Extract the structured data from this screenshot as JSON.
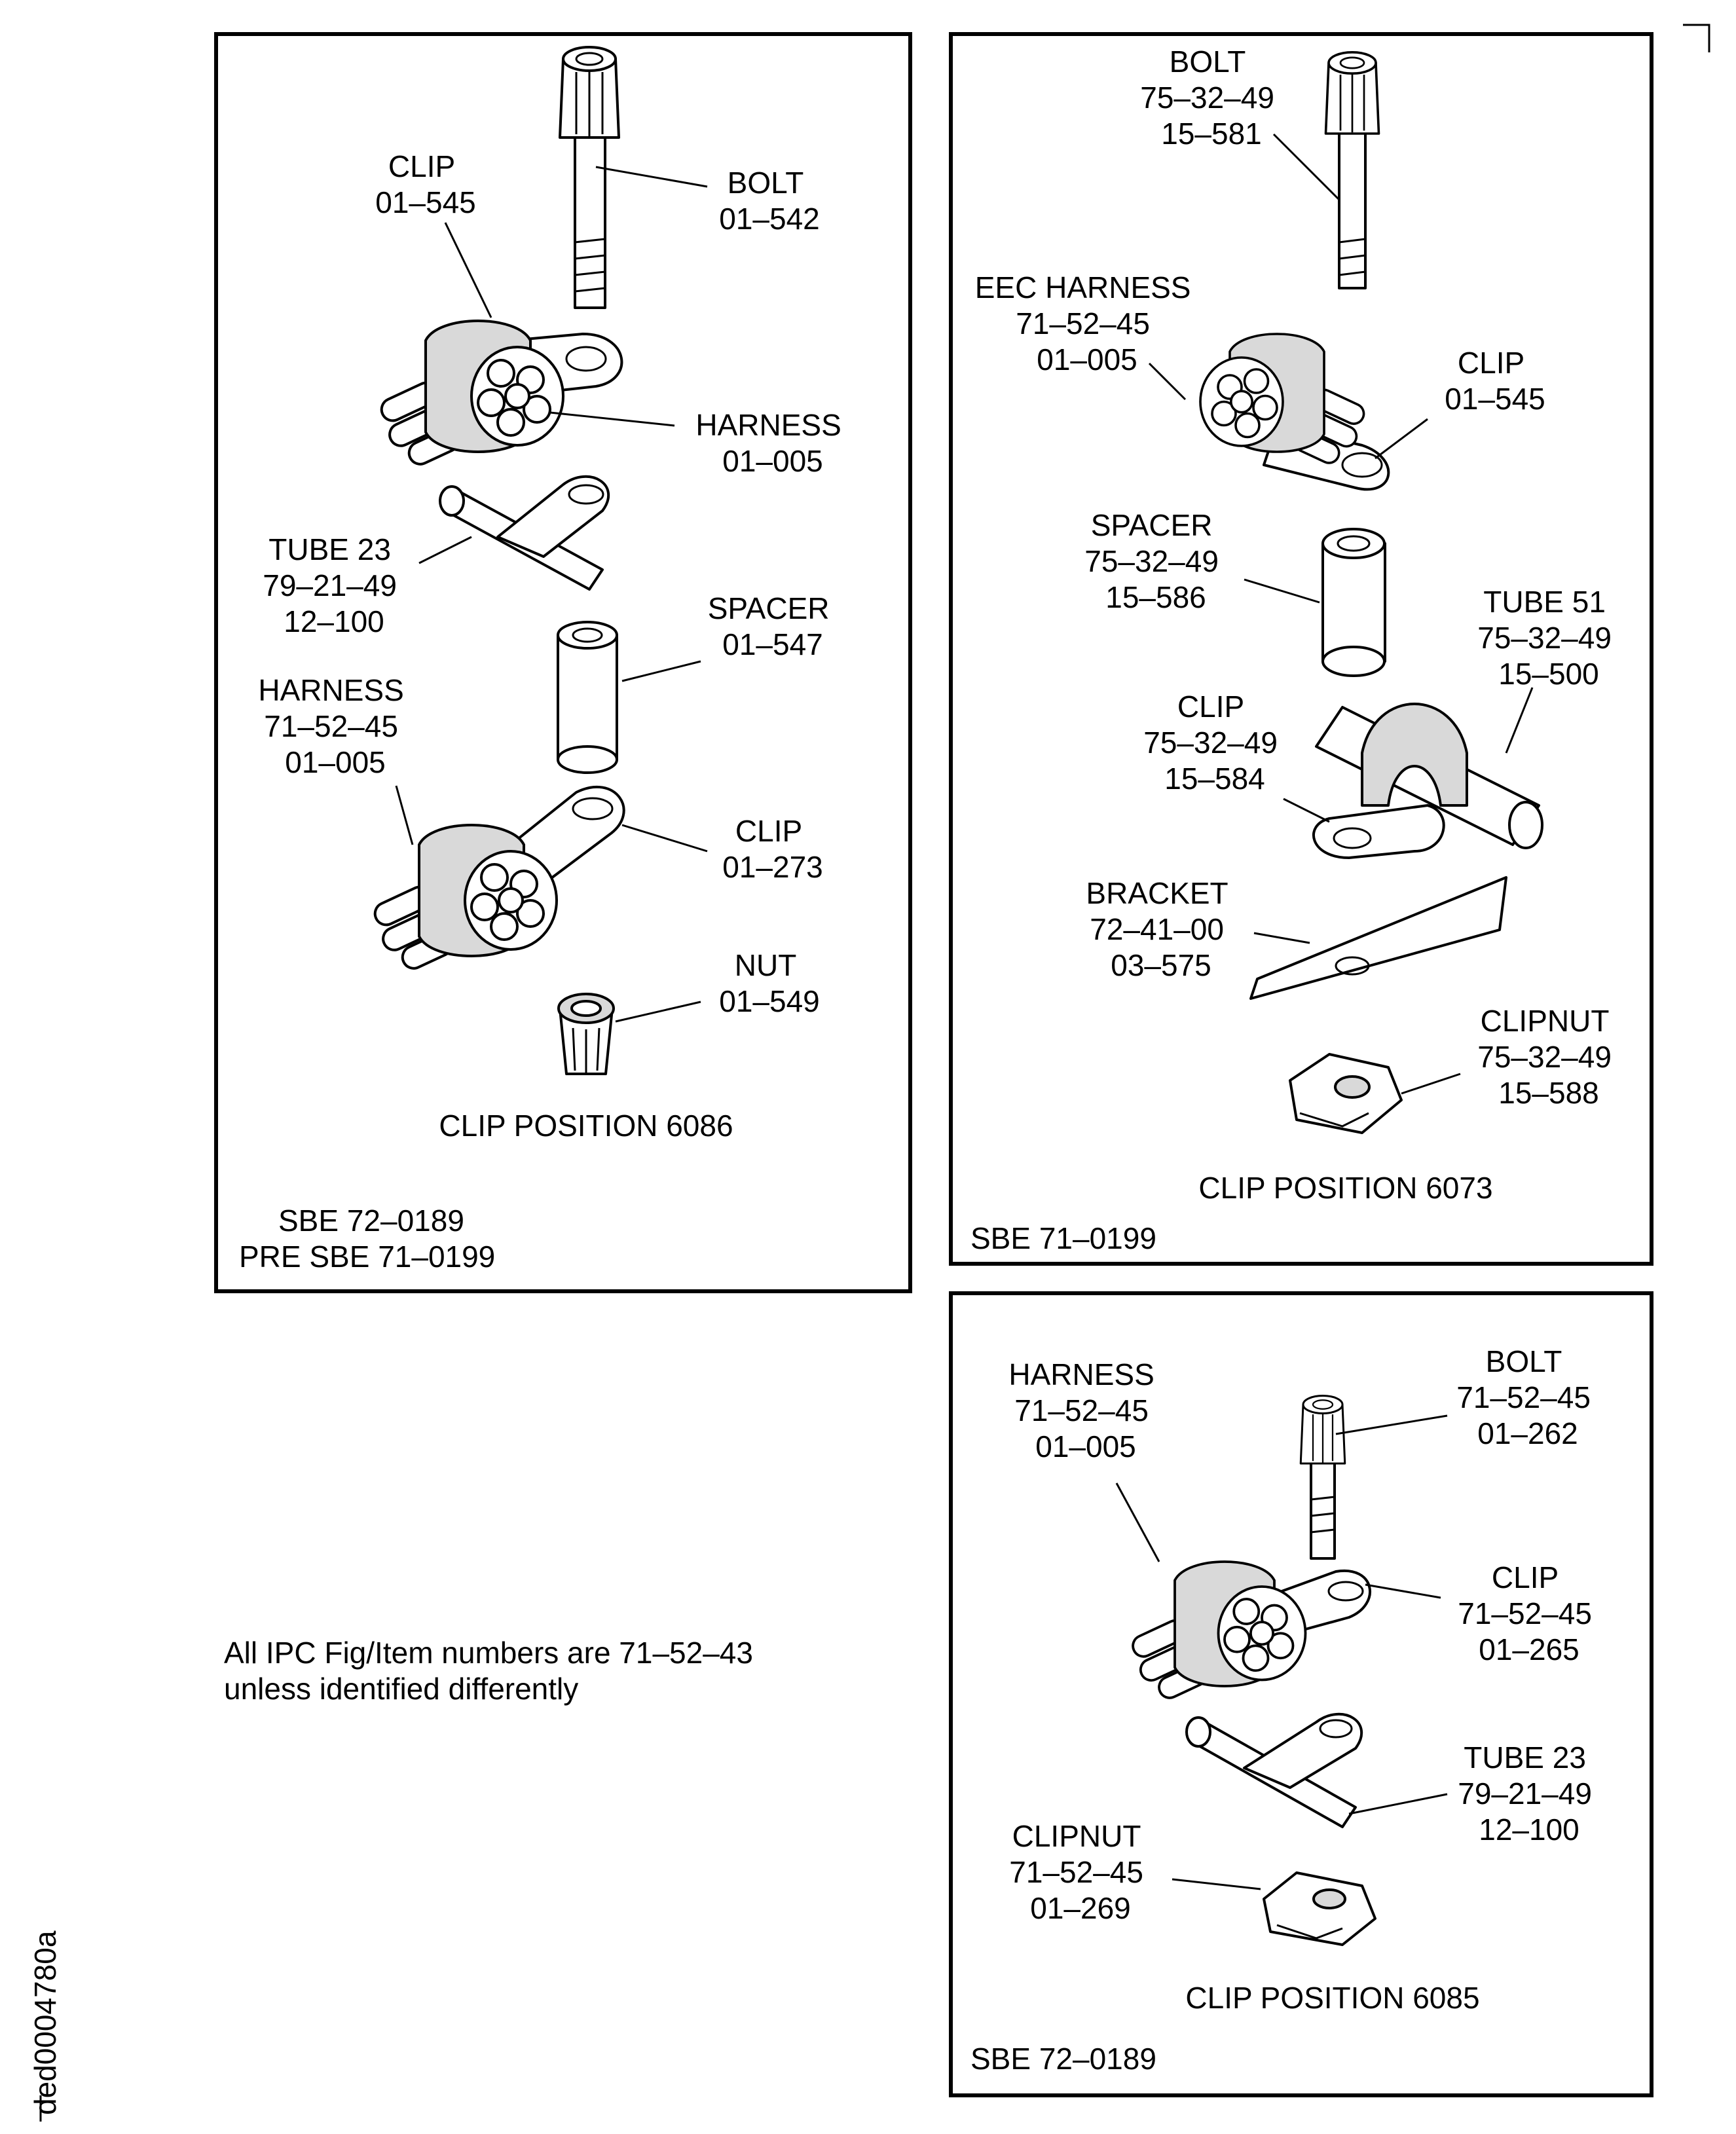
{
  "panel_left": {
    "clip_label": [
      "CLIP",
      "01–545"
    ],
    "bolt_label": [
      "BOLT",
      "01–542"
    ],
    "harness_label": [
      "HARNESS",
      "01–005"
    ],
    "tube_label": [
      "TUBE 23",
      "79–21–49",
      "12–100"
    ],
    "spacer_label": [
      "SPACER",
      "01–547"
    ],
    "harness2_label": [
      "HARNESS",
      "71–52–45",
      "01–005"
    ],
    "clip2_label": [
      "CLIP",
      "01–273"
    ],
    "nut_label": [
      "NUT",
      "01–549"
    ],
    "caption": "CLIP POSITION 6086",
    "sbe": [
      "SBE 72–0189",
      "PRE SBE 71–0199"
    ]
  },
  "panel_top_right": {
    "bolt_label": [
      "BOLT",
      "75–32–49",
      "15–581"
    ],
    "eec_label": [
      "EEC HARNESS",
      "71–52–45",
      "01–005"
    ],
    "clip_label": [
      "CLIP",
      "01–545"
    ],
    "spacer_label": [
      "SPACER",
      "75–32–49",
      "15–586"
    ],
    "tube_label": [
      "TUBE 51",
      "75–32–49",
      "15–500"
    ],
    "clip2_label": [
      "CLIP",
      "75–32–49",
      "15–584"
    ],
    "bracket_label": [
      "BRACKET",
      "72–41–00",
      "03–575"
    ],
    "clipnut_label": [
      "CLIPNUT",
      "75–32–49",
      "15–588"
    ],
    "caption": "CLIP POSITION 6073",
    "sbe": "SBE 71–0199"
  },
  "panel_bottom_right": {
    "harness_label": [
      "HARNESS",
      "71–52–45",
      "01–005"
    ],
    "bolt_label": [
      "BOLT",
      "71–52–45",
      "01–262"
    ],
    "clip_label": [
      "CLIP",
      "71–52–45",
      "01–265"
    ],
    "tube_label": [
      "TUBE 23",
      "79–21–49",
      "12–100"
    ],
    "clipnut_label": [
      "CLIPNUT",
      "71–52–45",
      "01–269"
    ],
    "caption": "CLIP POSITION 6085",
    "sbe": "SBE 72–0189"
  },
  "note": [
    "All IPC Fig/Item numbers are 71–52–43",
    "unless identified differently"
  ],
  "figure_id": "ded0004780a"
}
